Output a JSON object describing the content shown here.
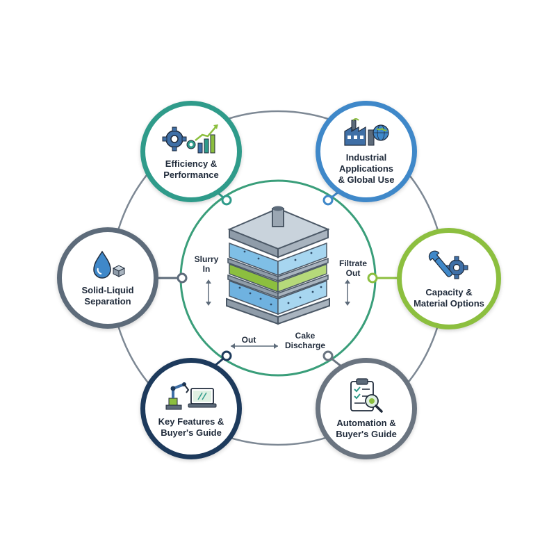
{
  "colors": {
    "ring": "#7d8894",
    "inner_ring": "#3a9e7a",
    "teal": "#2f9b8a",
    "blue": "#3f88c9",
    "green": "#8cbf3f",
    "slate": "#5d6b7a",
    "navy": "#1d3a5c",
    "gray": "#6a7480"
  },
  "nodes": [
    {
      "id": "efficiency",
      "label": "Efficiency &\nPerformance",
      "icon": "gear-chart-icon"
    },
    {
      "id": "industrial",
      "label": "Industrial\nApplications\n& Global Use",
      "icon": "factory-globe-icon"
    },
    {
      "id": "capacity",
      "label": "Capacity &\nMaterial Options",
      "icon": "wrench-gear-icon"
    },
    {
      "id": "automation",
      "label": "Automation &\nBuyer's Guide",
      "icon": "clipboard-search-icon"
    },
    {
      "id": "features",
      "label": "Key Features &\nBuyer's Guide",
      "icon": "robot-arm-laptop-icon"
    },
    {
      "id": "separation",
      "label": "Solid-Liquid\nSeparation",
      "icon": "droplet-cube-icon"
    }
  ],
  "center": {
    "slurry_in": "Slurry\nIn",
    "filtrate_out": "Filtrate\nOut",
    "out": "Out",
    "cake_discharge": "Cake\nDischarge"
  }
}
